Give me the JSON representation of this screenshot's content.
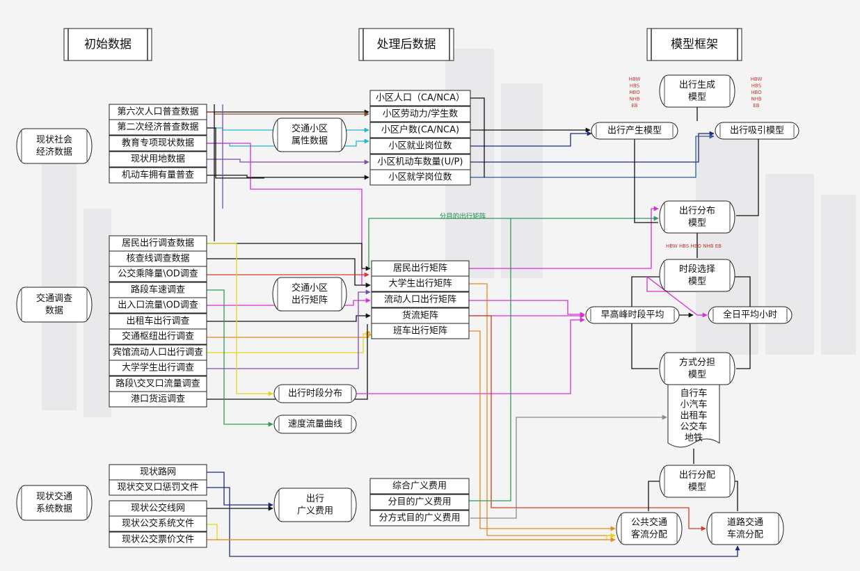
{
  "headers": [
    {
      "id": "h-initial",
      "label": "初始数据"
    },
    {
      "id": "h-processed",
      "label": "处理后数据"
    },
    {
      "id": "h-model",
      "label": "模型框架"
    }
  ],
  "groups": [
    {
      "id": "g-socio",
      "label": "现状社会\n经济数据"
    },
    {
      "id": "g-survey",
      "label": "交通调查\n数据"
    },
    {
      "id": "g-system",
      "label": "现状交通\n系统数据"
    }
  ],
  "raw_data": [
    {
      "id": "r1",
      "label": "第六次人口普查数据"
    },
    {
      "id": "r2",
      "label": "第二次经济普查数据"
    },
    {
      "id": "r3",
      "label": "教育专项现状数据"
    },
    {
      "id": "r4",
      "label": "现状用地数据"
    },
    {
      "id": "r5",
      "label": "机动车拥有量普查"
    },
    {
      "id": "s1",
      "label": "居民出行调查数据"
    },
    {
      "id": "s2",
      "label": "核查线调查数据"
    },
    {
      "id": "s3",
      "label": "公交乘降量\\OD调查"
    },
    {
      "id": "s4",
      "label": "路段车速调查"
    },
    {
      "id": "s5",
      "label": "出入口流量\\OD调查"
    },
    {
      "id": "s6",
      "label": "出租车出行调查"
    },
    {
      "id": "s7",
      "label": "交通枢纽出行调查"
    },
    {
      "id": "s8",
      "label": "宾馆流动人口出行调查"
    },
    {
      "id": "s9",
      "label": "大学学生出行调查"
    },
    {
      "id": "s10",
      "label": "路段\\交叉口流量调查"
    },
    {
      "id": "s11",
      "label": "港口货运调查"
    },
    {
      "id": "n1",
      "label": "现状路网"
    },
    {
      "id": "n2",
      "label": "现状交叉口惩罚文件"
    },
    {
      "id": "n3",
      "label": "现状公交线网"
    },
    {
      "id": "n4",
      "label": "现状公交系统文件"
    },
    {
      "id": "n5",
      "label": "现状公交票价文件"
    }
  ],
  "middle_nodes": [
    {
      "id": "m-zone-attr",
      "label": "交通小区\n属性数据"
    },
    {
      "id": "m-zone-matrix",
      "label": "交通小区\n出行矩阵"
    },
    {
      "id": "m-time-dist",
      "label": "出行时段分布"
    },
    {
      "id": "m-speed",
      "label": "速度流量曲线"
    },
    {
      "id": "m-cost",
      "label": "出行\n广义费用"
    }
  ],
  "processed_data": [
    {
      "id": "p1",
      "label": "小区人口（CA/NCA）"
    },
    {
      "id": "p2",
      "label": "小区劳动力/学生数"
    },
    {
      "id": "p3",
      "label": "小区户数(CA/NCA)"
    },
    {
      "id": "p4",
      "label": "小区就业岗位数"
    },
    {
      "id": "p5",
      "label": "小区机动车数量(U/P)"
    },
    {
      "id": "p6",
      "label": "小区就学岗位数"
    },
    {
      "id": "q1",
      "label": "居民出行矩阵"
    },
    {
      "id": "q2",
      "label": "大学生出行矩阵"
    },
    {
      "id": "q3",
      "label": "流动人口出行矩阵"
    },
    {
      "id": "q4",
      "label": "货流矩阵"
    },
    {
      "id": "q5",
      "label": "班车出行矩阵"
    },
    {
      "id": "c1",
      "label": "综合广义费用"
    },
    {
      "id": "c2",
      "label": "分目的广义费用"
    },
    {
      "id": "c3",
      "label": "分方式目的广义费用"
    }
  ],
  "model_nodes": [
    {
      "id": "k-gen",
      "label": "出行生成\n模型"
    },
    {
      "id": "k-prod",
      "label": "出行产生模型"
    },
    {
      "id": "k-attr",
      "label": "出行吸引模型"
    },
    {
      "id": "k-dist",
      "label": "出行分布\n模型"
    },
    {
      "id": "k-period",
      "label": "时段选择\n模型"
    },
    {
      "id": "k-peak",
      "label": "早高峰时段平均"
    },
    {
      "id": "k-allday",
      "label": "全日平均小时"
    },
    {
      "id": "k-mode",
      "label": "方式分担\n模型"
    },
    {
      "id": "k-assign",
      "label": "出行分配\n模型"
    },
    {
      "id": "k-transit",
      "label": "公共交通\n客流分配"
    },
    {
      "id": "k-road",
      "label": "道路交通\n车流分配"
    }
  ],
  "mode_list": {
    "items": [
      "自行车",
      "小汽车",
      "出租车",
      "公交车",
      "地铁"
    ]
  },
  "purpose_tags": {
    "left": [
      "HBW",
      "HBS",
      "HBO",
      "NHB",
      "EB"
    ],
    "right": [
      "HBW",
      "HBS",
      "HBO",
      "NHB",
      "EB"
    ],
    "row": "HBW HBS HBO NHB EB"
  },
  "edge_labels": {
    "od_by_purpose": "分目的出行矩阵"
  },
  "colors": {
    "black": "#111111",
    "red": "#d43a2a",
    "magenta": "#d62fd6",
    "purple": "#7b4fa8",
    "cyan": "#22b7c8",
    "green": "#2e9a5c",
    "orange": "#e28a1f",
    "yellow": "#e8d21a",
    "navy": "#1e2a78",
    "blue": "#2c5c9a",
    "gray": "#8a8a8a",
    "brown": "#8b4a2a"
  }
}
